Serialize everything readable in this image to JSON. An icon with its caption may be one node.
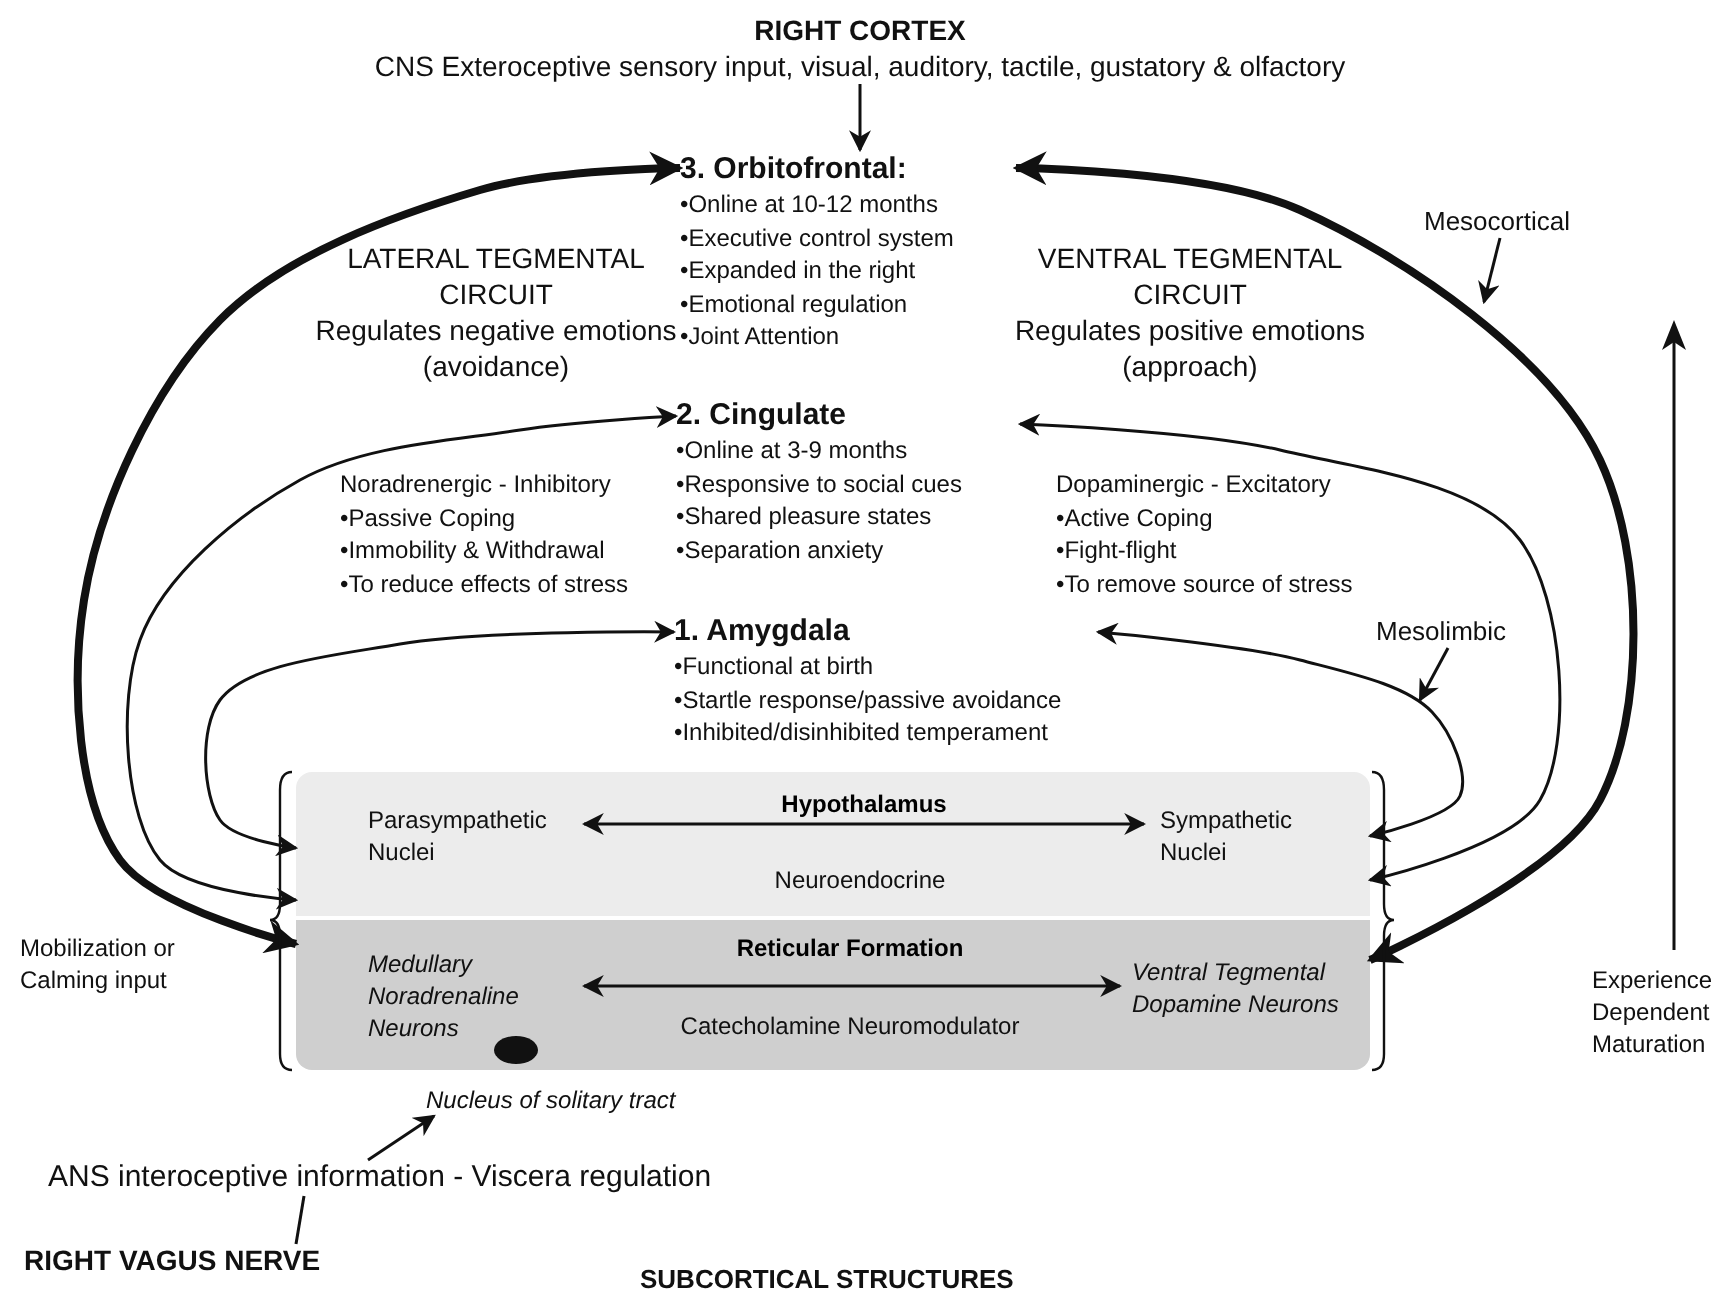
{
  "diagram": {
    "nodes": [
      {
        "text": [
          "RIGHT CORTEX",
          "CNS Exteroceptive sensory input, visual, auditory, tactile, gustatory & olfactory"
        ]
      },
      {
        "text": [
          "3. Orbitofrontal:",
          "•Online at 10-12 months",
          "•Executive control system",
          "•Expanded in the right",
          "•Emotional regulation",
          "•Joint Attention"
        ]
      },
      {
        "text": [
          "2. Cingulate",
          "•Online at 3-9 months",
          "•Responsive to social cues",
          "•Shared pleasure states",
          "•Separation anxiety"
        ]
      },
      {
        "text": [
          "1. Amygdala",
          "•Functional at birth",
          "•Startle response/passive avoidance",
          "•Inhibited/disinhibited temperament"
        ]
      },
      {
        "text": [],
        "shape": "box"
      },
      {
        "text": [
          "Parasympathetic Nuclei"
        ],
        "in": 4
      },
      {
        "text": [
          "Sympathetic Nuclei"
        ],
        "in": 4
      },
      {
        "text": [],
        "shape": "box"
      },
      {
        "text": [
          "Medullary Noradrenaline Neurons"
        ],
        "in": 7
      },
      {
        "text": [
          "Ventral Tegmental Dopamine Neurons"
        ],
        "in": 7
      },
      {
        "text": [
          "Nucleus of solitary tract"
        ]
      },
      {
        "text": [
          "ANS interoceptive information - Viscera regulation"
        ]
      },
      {
        "text": [
          "RIGHT VAGUS NERVE"
        ]
      },
      {
        "text": [
          "Mesocortical"
        ]
      },
      {
        "text": [
          "Mesolimbic"
        ]
      }
    ],
    "edges": [
      {
        "from": 0,
        "to": 1,
        "arrow": "to"
      },
      {
        "from": 7,
        "to": 1,
        "arrow": "both",
        "style": "thick"
      },
      {
        "from": 4,
        "to": 2,
        "arrow": "both"
      },
      {
        "from": 4,
        "to": 3,
        "arrow": "both"
      },
      {
        "from": 7,
        "to": 1,
        "arrow": "both",
        "style": "thick"
      },
      {
        "from": 4,
        "to": 2,
        "arrow": "both"
      },
      {
        "from": 4,
        "to": 3,
        "arrow": "both"
      },
      {
        "from": 5,
        "to": 6,
        "arrow": "both",
        "label": "Hypothalamus"
      },
      {
        "from": 8,
        "to": 9,
        "arrow": "both",
        "label": "Reticular Formation"
      },
      {
        "from": 11,
        "to": 10,
        "arrow": "to"
      },
      {
        "from": 12,
        "to": 11,
        "arrow": "none"
      },
      {
        "from": 13,
        "to": null,
        "arrow": "to"
      },
      {
        "from": 14,
        "to": null,
        "arrow": "to"
      }
    ],
    "labels": [
      "LATERAL TEGMENTAL CIRCUIT",
      "Regulates negative emotions (avoidance)",
      "VENTRAL TEGMENTAL CIRCUIT",
      "Regulates positive emotions (approach)",
      "Noradrenergic - Inhibitory",
      "•Passive Coping",
      "•Immobility & Withdrawal",
      "•To reduce effects of stress",
      "Dopaminergic - Excitatory",
      "•Active Coping",
      "•Fight-flight",
      "•To remove source of stress",
      "Neuroendocrine",
      "Catecholamine Neuromodulator",
      "Mobilization or Calming input",
      "Experience Dependent Maturation",
      "SUBCORTICAL STRUCTURES"
    ]
  }
}
